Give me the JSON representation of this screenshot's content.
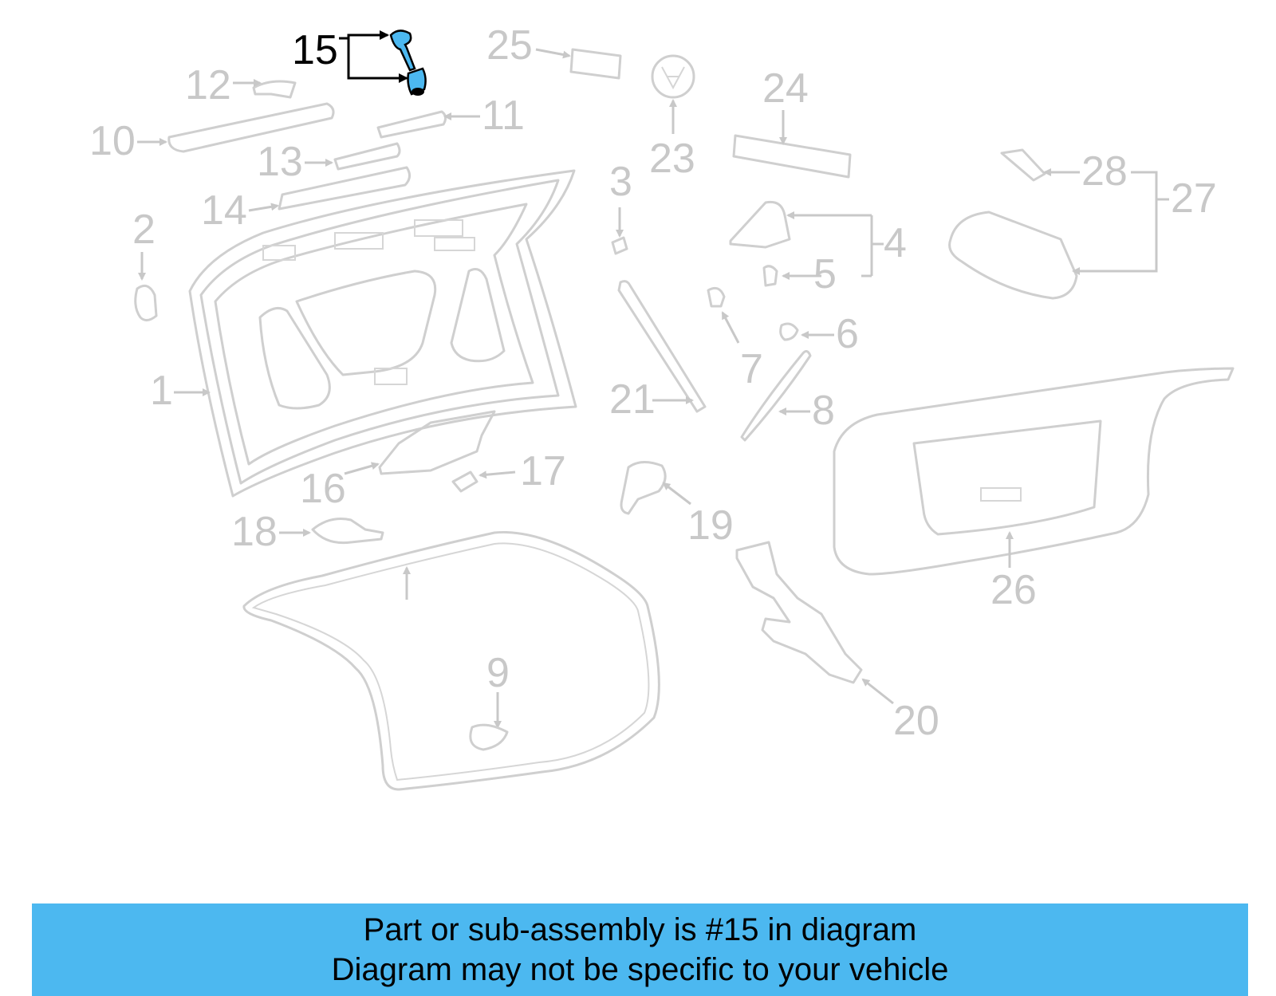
{
  "diagram": {
    "highlighted_callout": "15",
    "highlight_color": "#4cb8f0",
    "callouts": [
      "1",
      "2",
      "3",
      "4",
      "5",
      "6",
      "7",
      "8",
      "9",
      "10",
      "11",
      "12",
      "13",
      "14",
      "15",
      "16",
      "17",
      "18",
      "19",
      "20",
      "21",
      "23",
      "24",
      "25",
      "26",
      "27",
      "28"
    ]
  },
  "banner": {
    "line1": "Part or sub-assembly is #15 in diagram",
    "line2": "Diagram may not be specific to your vehicle",
    "background": "#4cb8f0"
  }
}
